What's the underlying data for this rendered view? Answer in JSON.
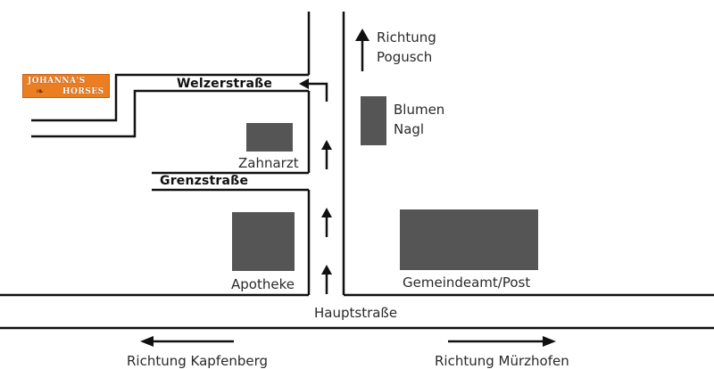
{
  "labels": {
    "richtung_pogusch": [
      "Richtung",
      "Pogusch"
    ],
    "blumen_nagl": [
      "Blumen",
      "Nagl"
    ],
    "zahnarzt": "Zahnarzt",
    "welzerstrasse": "Welzerstraße",
    "grenzstrasse": "Grenzstraße",
    "apotheke": "Apotheke",
    "gemeindeamt": "Gemeindeamt/Post",
    "hauptstrasse": "Hauptstraße",
    "richtung_kapfenberg": "Richtung Kapfenberg",
    "richtung_muerzhofen": "Richtung Mürzhofen"
  },
  "logo": {
    "line1": "JOHANNA'S",
    "line2": "HORSES",
    "icon": "horse-icon"
  },
  "colors": {
    "road": "#111111",
    "building": "#555555",
    "logo_bg": "#ec7e22",
    "text": "#2a2a2a"
  }
}
